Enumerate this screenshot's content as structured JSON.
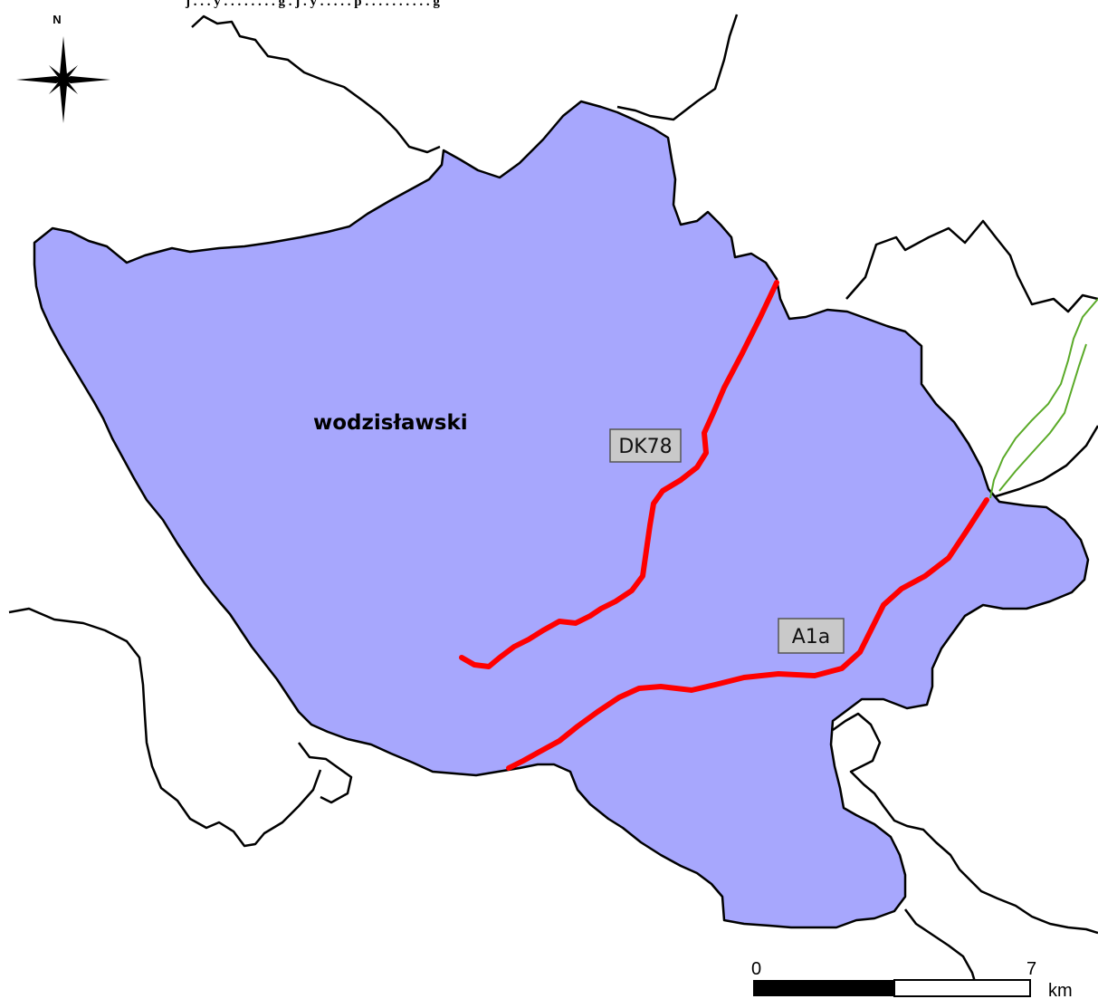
{
  "caption": "j . . . y . . . . . . . . g . j . y . . . . . p . . . . . . . . . . g",
  "colors": {
    "county_fill": "#a7a7fd",
    "border": "#000000",
    "road": "#ff0000",
    "river": "#5aaa28",
    "label_box": "#c9c9c9"
  },
  "compass": {
    "icon": "north-arrow-icon",
    "letter": "N"
  },
  "region": {
    "name": "wodzisławski"
  },
  "roads": [
    {
      "label": "DK78"
    },
    {
      "label": "A1a"
    }
  ],
  "scale_bar": {
    "start": "0",
    "end": "7",
    "unit": "km"
  }
}
